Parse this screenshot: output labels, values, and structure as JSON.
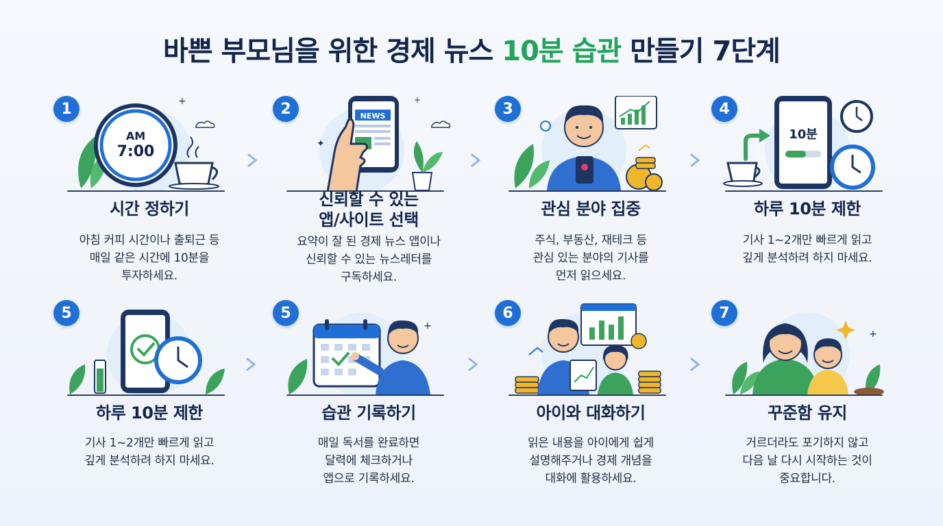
{
  "title": {
    "part1": "바쁜 부모님을 위한 경제 뉴스 ",
    "highlight": "10분 습관",
    "part2": " 만들기 7단계"
  },
  "colors": {
    "accent": "#22a35a",
    "badge": "#1f6fd6",
    "title": "#13254a"
  },
  "steps": [
    {
      "num": "1",
      "title": "시간 정하기",
      "desc": [
        "아침 커피 시간이나 출퇴근 등",
        "매일 같은 시간에 10분을",
        "투자하세요."
      ],
      "icon": "alarm-clock-coffee-icon",
      "clock_text": [
        "AM",
        "7:00"
      ]
    },
    {
      "num": "2",
      "title": "신뢰할 수 있는 앱/사이트 선택",
      "title_lines": [
        "신뢰할 수 있는",
        "앱/사이트 선택"
      ],
      "desc": [
        "요약이 잘 된 경제 뉴스 앱이나",
        "신뢰할 수 있는 뉴스레터를",
        "구독하세요."
      ],
      "icon": "phone-news-icon",
      "phone_text": "NEWS"
    },
    {
      "num": "3",
      "title": "관심 분야 집중",
      "desc": [
        "주식, 부동산, 재테크 등",
        "관심 있는 분야의 기사를",
        "먼저 읽으세요."
      ],
      "icon": "person-phone-chart-icon"
    },
    {
      "num": "4",
      "title": "하루 10분 제한",
      "desc": [
        "기사 1~2개만 빠르게 읽고",
        "깊게 분석하려 하지 마세요."
      ],
      "icon": "phone-timer-icon",
      "phone_text": "10분"
    },
    {
      "num": "5",
      "title": "하루 10분 제한",
      "desc": [
        "기사 1~2개만 빠르게 읽고",
        "깊게 분석하려 하지 마세요."
      ],
      "icon": "phone-check-clock-icon"
    },
    {
      "num": "5",
      "title": "습관 기록하기",
      "desc": [
        "매일 독서를 완료하면",
        "달력에 체크하거나",
        "앱으로 기록하세요."
      ],
      "icon": "calendar-check-icon"
    },
    {
      "num": "6",
      "title": "아이와 대화하기",
      "desc": [
        "읽은 내용을 아이에게 쉽게",
        "설명해주거나 경제 개념을",
        "대화에 활용하세요."
      ],
      "icon": "parent-child-talk-icon"
    },
    {
      "num": "7",
      "title": "꾸준함 유지",
      "desc": [
        "거르더라도 포기하지 않고",
        "다음 날 다시 시작하는 것이",
        "중요합니다."
      ],
      "icon": "family-plant-icon"
    }
  ]
}
